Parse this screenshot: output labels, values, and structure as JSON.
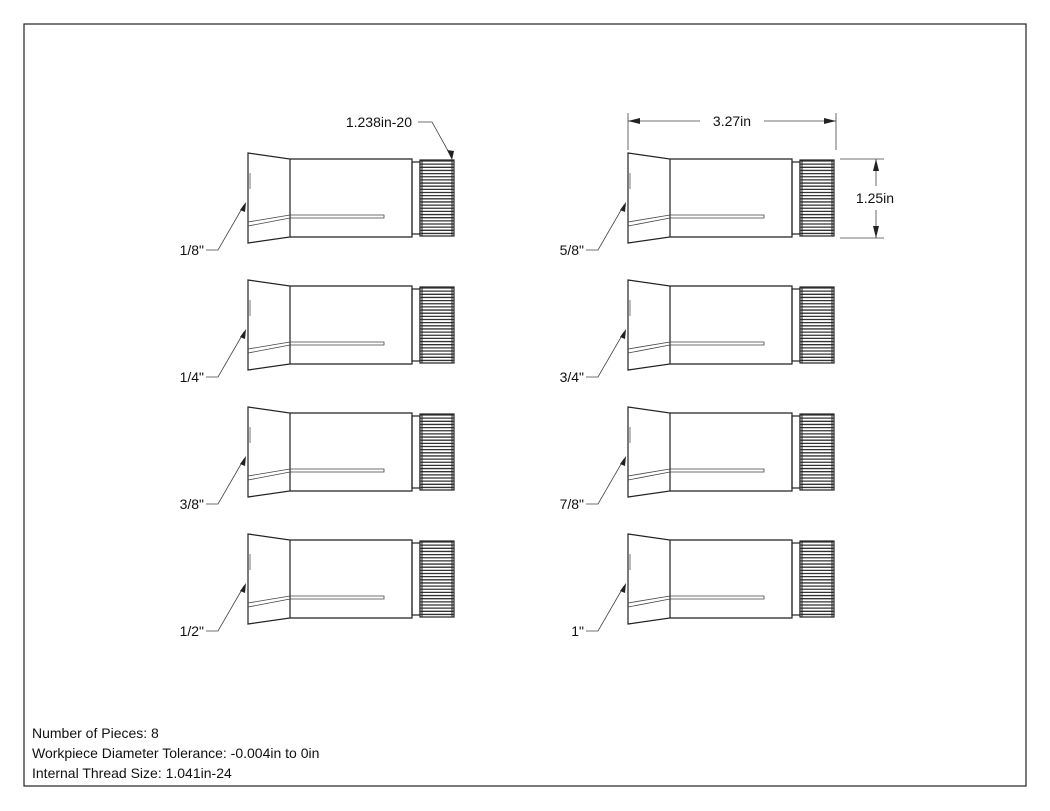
{
  "collets": [
    {
      "size": "1/8\""
    },
    {
      "size": "1/4\""
    },
    {
      "size": "3/8\""
    },
    {
      "size": "1/2\""
    },
    {
      "size": "5/8\""
    },
    {
      "size": "3/4\""
    },
    {
      "size": "7/8\""
    },
    {
      "size": "1\""
    }
  ],
  "dimensions": {
    "thread": "1.238in-20",
    "length": "3.27in",
    "diameter": "1.25in"
  },
  "notes": {
    "pieces": "Number of Pieces: 8",
    "tolerance": "Workpiece Diameter Tolerance: -0.004in to 0in",
    "thread": "Internal Thread Size: 1.041in-24"
  }
}
